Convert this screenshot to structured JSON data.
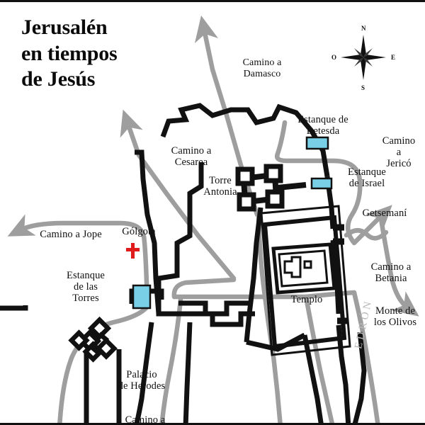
{
  "title": "Jerusalén\nen tiempos\nde Jesús",
  "compass": {
    "north": "N",
    "south": "S",
    "east": "E",
    "west": "O"
  },
  "colors": {
    "pool_fill": "#79cfe5",
    "pool_stroke": "#111111",
    "road": "#9e9e9e",
    "wall": "#111111",
    "cross": "#e01b1b",
    "valley_text": "#b9b9b9",
    "background": "#ffffff"
  },
  "roads": [
    {
      "id": "camino-damasco",
      "label": "Camino a\nDamasco"
    },
    {
      "id": "camino-cesarea",
      "label": "Camino a\nCesarea"
    },
    {
      "id": "camino-jope",
      "label": "Camino a Jope"
    },
    {
      "id": "camino-jerico",
      "label": "Camino\na\nJericó"
    },
    {
      "id": "camino-betania",
      "label": "Camino a\nBetania"
    }
  ],
  "places": [
    {
      "id": "estanque-betesda",
      "label": "Estanque de\nBetesda"
    },
    {
      "id": "estanque-israel",
      "label": "Estanque\nde Israel"
    },
    {
      "id": "estanque-torres",
      "label": "Estanque\nde las\nTorres"
    },
    {
      "id": "torre-antonia",
      "label": "Torre\nAntonia"
    },
    {
      "id": "golgota",
      "label": "Gólgota"
    },
    {
      "id": "templo",
      "label": "Templo"
    },
    {
      "id": "getsemani",
      "label": "Getsemaní"
    },
    {
      "id": "monte-olivos",
      "label": "Monte de\nlos Olivos"
    },
    {
      "id": "palacio-herodes",
      "label": "Palacio\nde Herodes"
    }
  ],
  "valley": {
    "label": "EDRÓN"
  },
  "bottom_cut_label": "Camino a"
}
